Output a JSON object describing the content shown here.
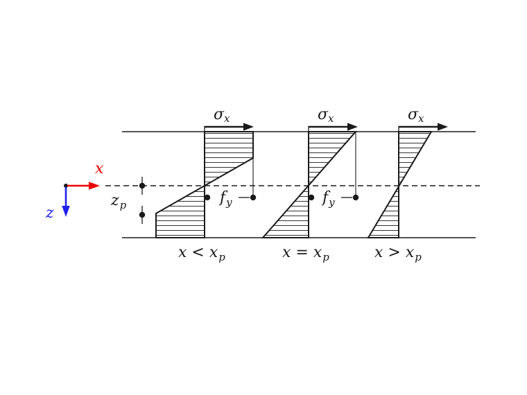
{
  "colors": {
    "ink": "#1a1a1a",
    "x_red": "#ee0000",
    "z_blue": "#2020ee"
  },
  "axes": {
    "x_label": "x",
    "z_label": "z"
  },
  "zp_dimension": {
    "main": "z",
    "sub": "p"
  },
  "diagrams": [
    {
      "sigma_main": "σ",
      "sigma_sub": "x",
      "fy_main": "f",
      "fy_sub": "y",
      "caption": {
        "lhs": "x",
        "op": "<",
        "rhs": "x",
        "sub": "p"
      }
    },
    {
      "sigma_main": "σ",
      "sigma_sub": "x",
      "fy_main": "f",
      "fy_sub": "y",
      "caption": {
        "lhs": "x",
        "op": "=",
        "rhs": "x",
        "sub": "p"
      }
    },
    {
      "sigma_main": "σ",
      "sigma_sub": "x",
      "caption": {
        "lhs": "x",
        "op": ">",
        "rhs": "x",
        "sub": "p"
      }
    }
  ]
}
